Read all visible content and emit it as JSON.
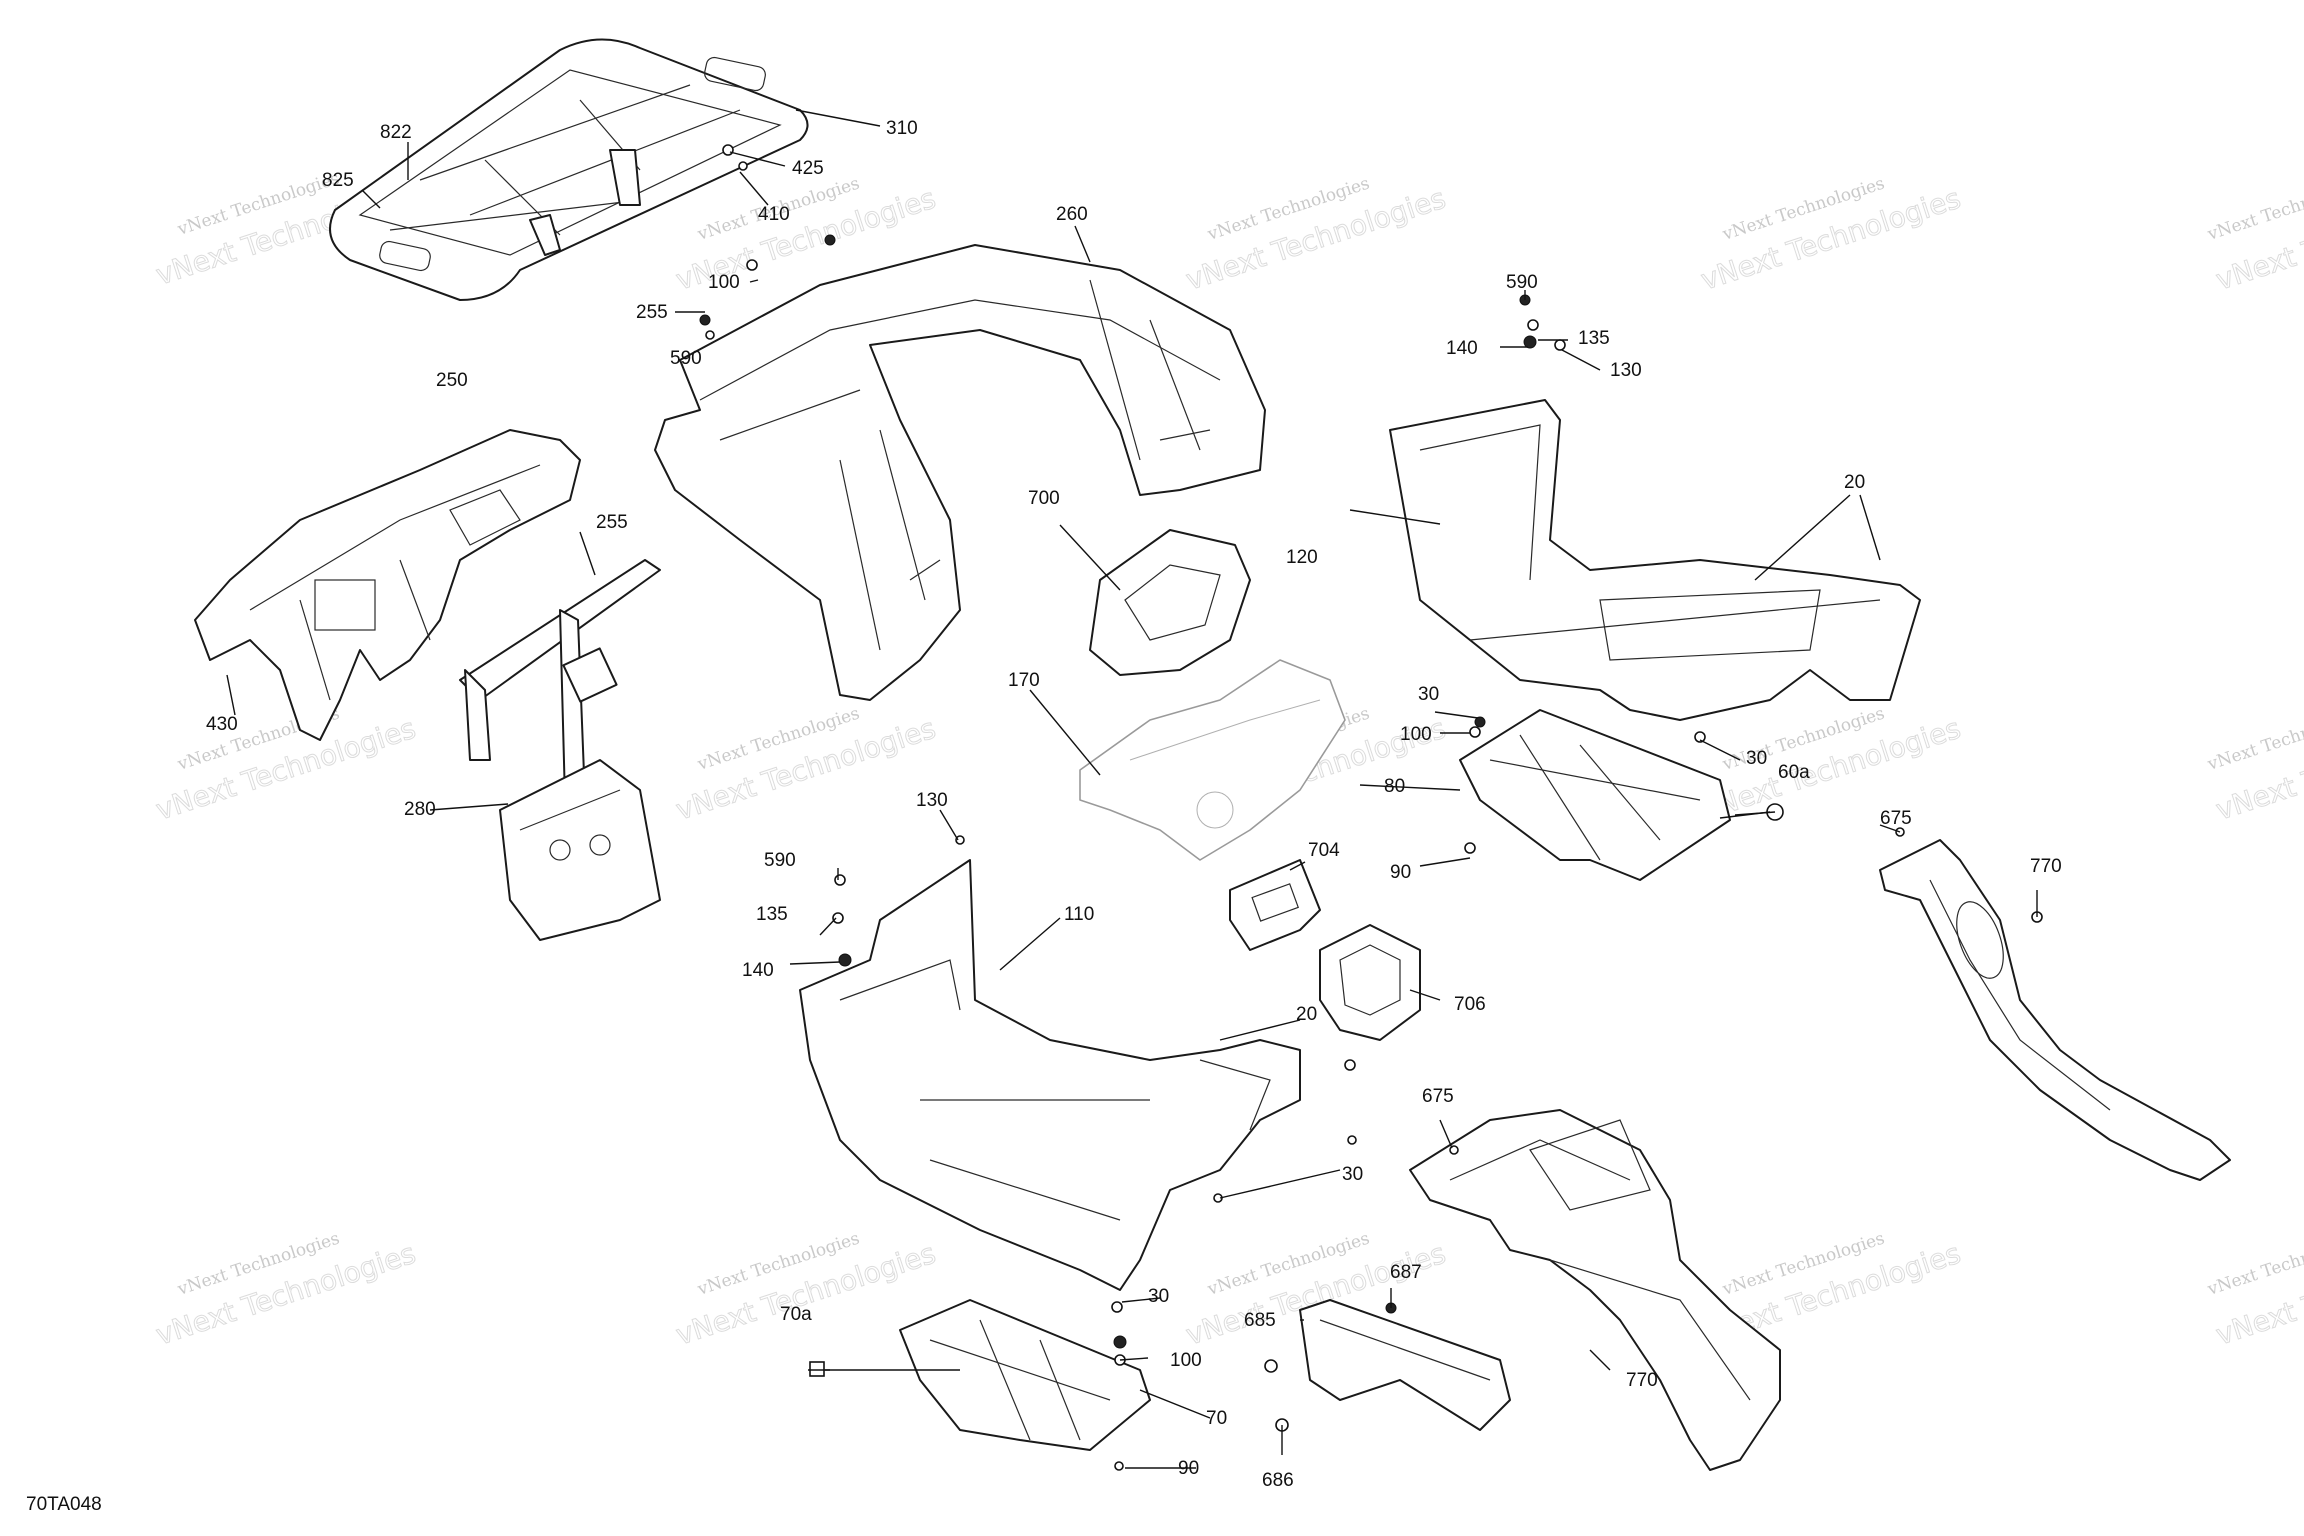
{
  "diagram_code": "70TA048",
  "watermark": {
    "line1": "vNext Technologies",
    "line2": "vNext Technologies"
  },
  "callouts": [
    {
      "id": "c310",
      "label": "310"
    },
    {
      "id": "c822",
      "label": "822"
    },
    {
      "id": "c425",
      "label": "425"
    },
    {
      "id": "c825",
      "label": "825"
    },
    {
      "id": "c410",
      "label": "410"
    },
    {
      "id": "c260",
      "label": "260"
    },
    {
      "id": "c100a",
      "label": "100"
    },
    {
      "id": "c255a",
      "label": "255"
    },
    {
      "id": "c590a",
      "label": "590"
    },
    {
      "id": "c590b",
      "label": "590"
    },
    {
      "id": "c135a",
      "label": "135"
    },
    {
      "id": "c140a",
      "label": "140"
    },
    {
      "id": "c130a",
      "label": "130"
    },
    {
      "id": "c250",
      "label": "250"
    },
    {
      "id": "c255b",
      "label": "255"
    },
    {
      "id": "c700",
      "label": "700"
    },
    {
      "id": "c120",
      "label": "120"
    },
    {
      "id": "c20a",
      "label": "20"
    },
    {
      "id": "c430",
      "label": "430"
    },
    {
      "id": "c170",
      "label": "170"
    },
    {
      "id": "c30a",
      "label": "30"
    },
    {
      "id": "c100b",
      "label": "100"
    },
    {
      "id": "c30b",
      "label": "30"
    },
    {
      "id": "c80",
      "label": "80"
    },
    {
      "id": "c60a",
      "label": "60a"
    },
    {
      "id": "c280",
      "label": "280"
    },
    {
      "id": "c130b",
      "label": "130"
    },
    {
      "id": "c704",
      "label": "704"
    },
    {
      "id": "c90a",
      "label": "90"
    },
    {
      "id": "c675a",
      "label": "675"
    },
    {
      "id": "c770a",
      "label": "770"
    },
    {
      "id": "c590c",
      "label": "590"
    },
    {
      "id": "c110",
      "label": "110"
    },
    {
      "id": "c135b",
      "label": "135"
    },
    {
      "id": "c140b",
      "label": "140"
    },
    {
      "id": "c706",
      "label": "706"
    },
    {
      "id": "c20b",
      "label": "20"
    },
    {
      "id": "c675b",
      "label": "675"
    },
    {
      "id": "c30c",
      "label": "30"
    },
    {
      "id": "c687",
      "label": "687"
    },
    {
      "id": "c30d",
      "label": "30"
    },
    {
      "id": "c685",
      "label": "685"
    },
    {
      "id": "c70a",
      "label": "70a"
    },
    {
      "id": "c100c",
      "label": "100"
    },
    {
      "id": "c770b",
      "label": "770"
    },
    {
      "id": "c70",
      "label": "70"
    },
    {
      "id": "c90b",
      "label": "90"
    },
    {
      "id": "c686",
      "label": "686"
    }
  ]
}
